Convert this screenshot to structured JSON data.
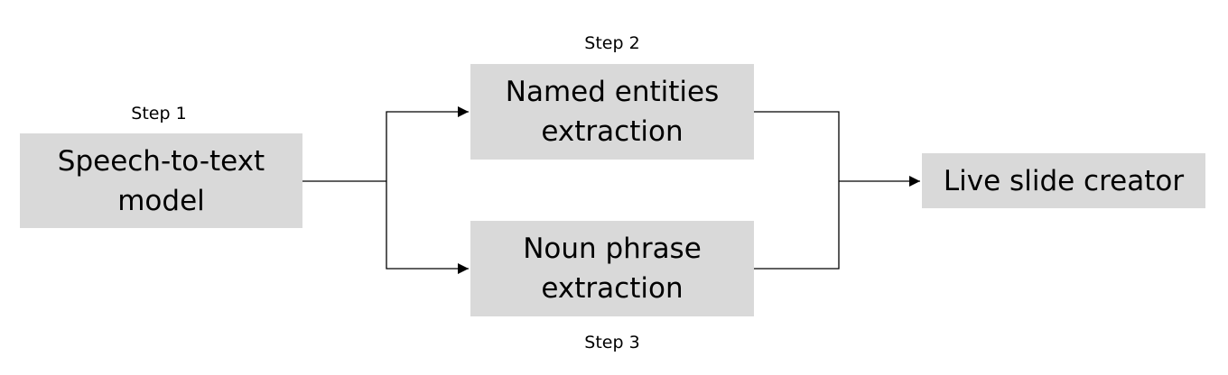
{
  "diagram": {
    "nodes": {
      "speech_to_text": "Speech-to-text model",
      "named_entities": "Named entities extraction",
      "noun_phrase": "Noun phrase extraction",
      "live_slide": "Live slide creator"
    },
    "steps": {
      "step1": "Step 1",
      "step2": "Step 2",
      "step3": "Step 3"
    },
    "edges": [
      {
        "from": "speech_to_text",
        "to": "named_entities"
      },
      {
        "from": "speech_to_text",
        "to": "noun_phrase"
      },
      {
        "from": "named_entities",
        "to": "live_slide"
      },
      {
        "from": "noun_phrase",
        "to": "live_slide"
      }
    ],
    "colors": {
      "box_fill": "#d9d9d9",
      "line": "#000000"
    }
  }
}
